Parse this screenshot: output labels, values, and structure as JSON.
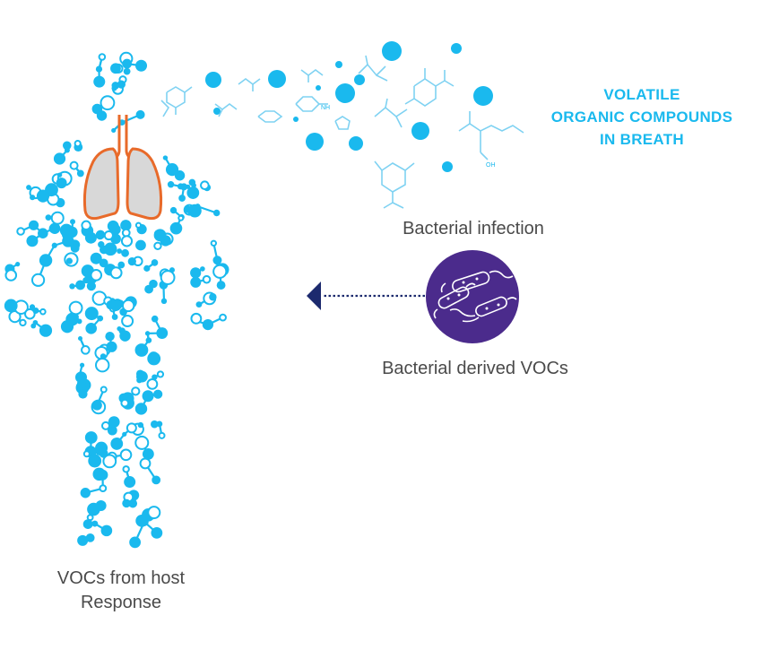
{
  "breath_title": [
    "VOLATILE",
    "ORGANIC COMPOUNDS",
    "IN BREATH"
  ],
  "labels": {
    "bacterial_infection": "Bacterial infection",
    "bacterial_vocs": "Bacterial derived VOCs",
    "host_line1": "VOCs from host",
    "host_line2": "Response"
  },
  "molecule_text": {
    "oh": "OH",
    "nh": "NH"
  },
  "colors": {
    "network_blue": "#1ab9ee",
    "lung_orange": "#e86a2a",
    "lung_fill": "#d8d8d8",
    "bacteria_purple": "#4b2b8c",
    "arrow_navy": "#1c2a6e",
    "molecule_line": "#7fd2f2",
    "text_gray": "#4a4a4a"
  }
}
